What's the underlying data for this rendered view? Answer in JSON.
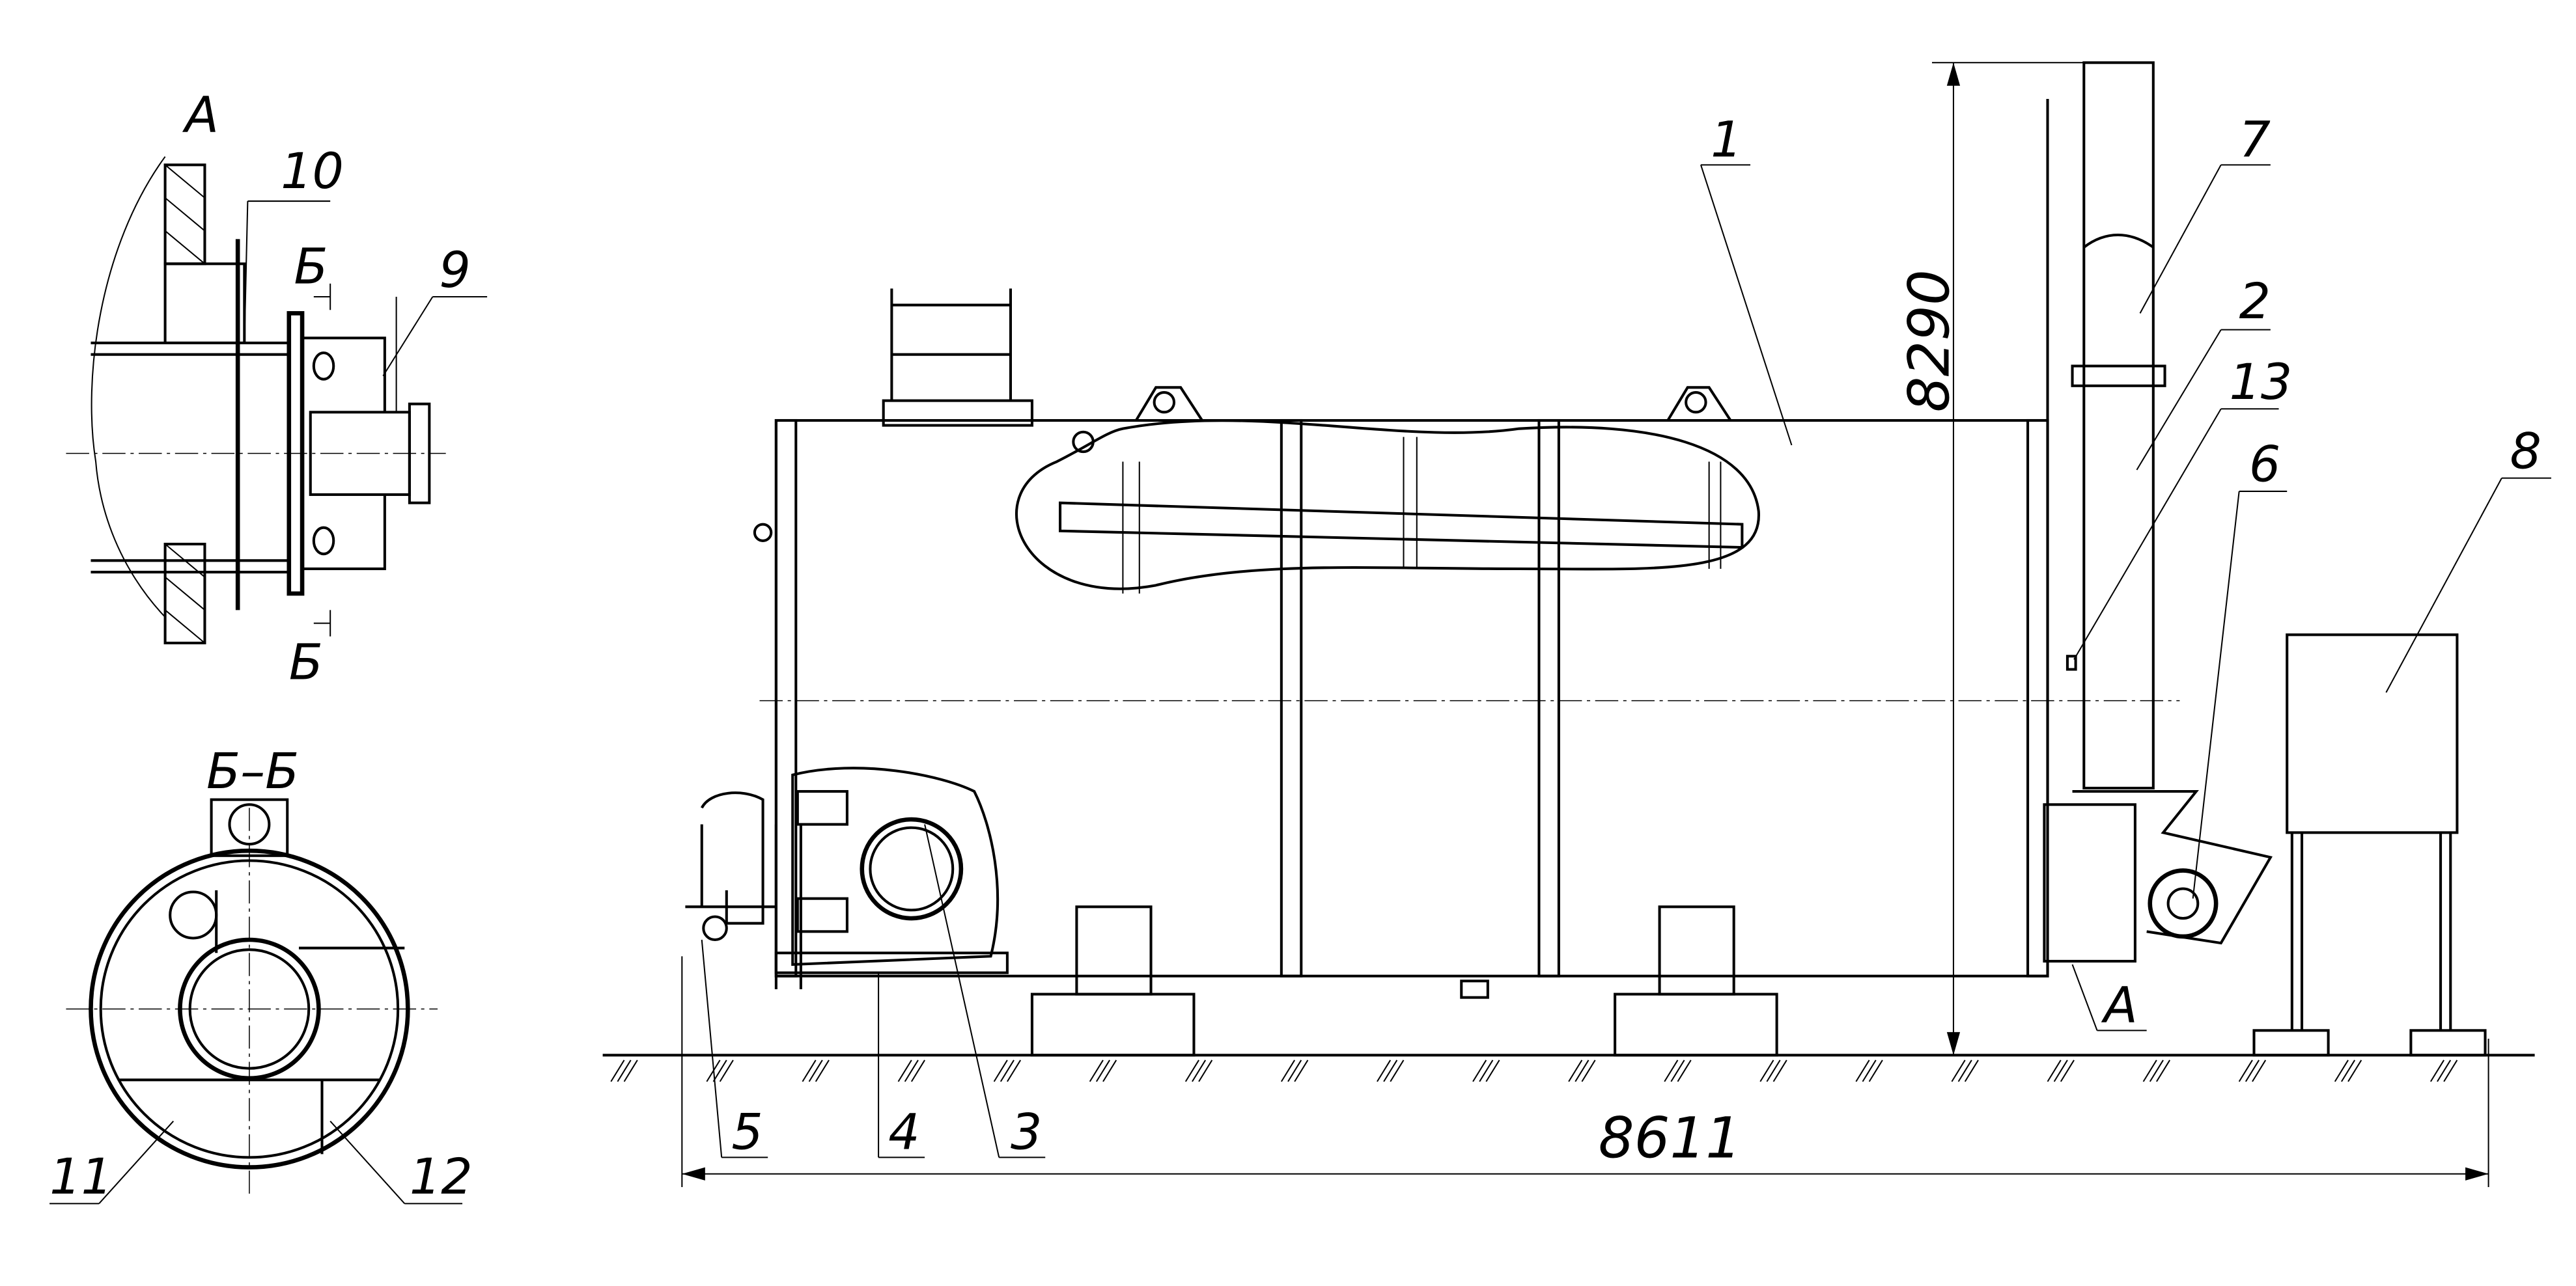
{
  "detail_view": {
    "title": "A",
    "section_mark_top": "Б",
    "section_mark_bottom": "Б",
    "callouts": [
      "10",
      "9"
    ]
  },
  "section_view": {
    "title": "Б–Б",
    "callouts": [
      "11",
      "12"
    ]
  },
  "main_view": {
    "callouts": {
      "p1": "1",
      "p2": "2",
      "p3": "3",
      "p4": "4",
      "p5": "5",
      "p6": "6",
      "p7": "7",
      "p8": "8",
      "p13": "13"
    },
    "detail_ref": "A",
    "dimensions": {
      "height": "8290",
      "length": "8611"
    }
  }
}
